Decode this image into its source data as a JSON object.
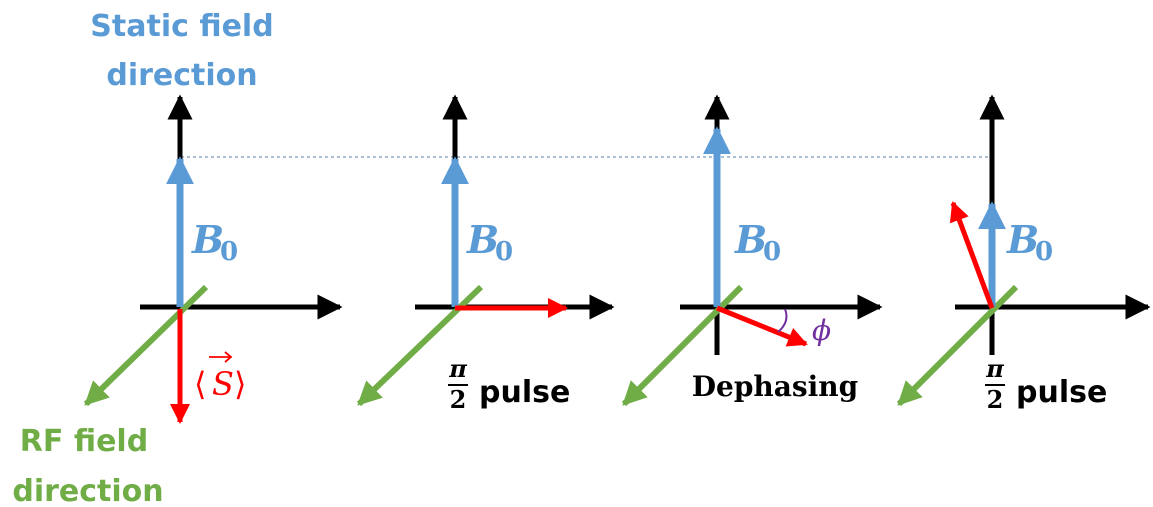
{
  "labels": {
    "static_field_line1": "Static field",
    "static_field_line2": "direction",
    "rf_field_line1": "RF field",
    "rf_field_line2": "direction",
    "b0_symbol": "B",
    "b0_subscript": "0",
    "spin_open": "⟨",
    "spin_symbol": "S",
    "spin_close": "⟩",
    "pulse1_num": "π",
    "pulse1_den": "2",
    "pulse1_word": "pulse",
    "dephasing": "Dephasing",
    "phi": "ϕ",
    "pulse2_num": "π",
    "pulse2_den": "2",
    "pulse2_word": "pulse"
  },
  "colors": {
    "static_field": "#5b9bd5",
    "rf_field": "#70ad47",
    "spin": "#ff0000",
    "axes": "#000000",
    "angle": "#7030a0"
  }
}
